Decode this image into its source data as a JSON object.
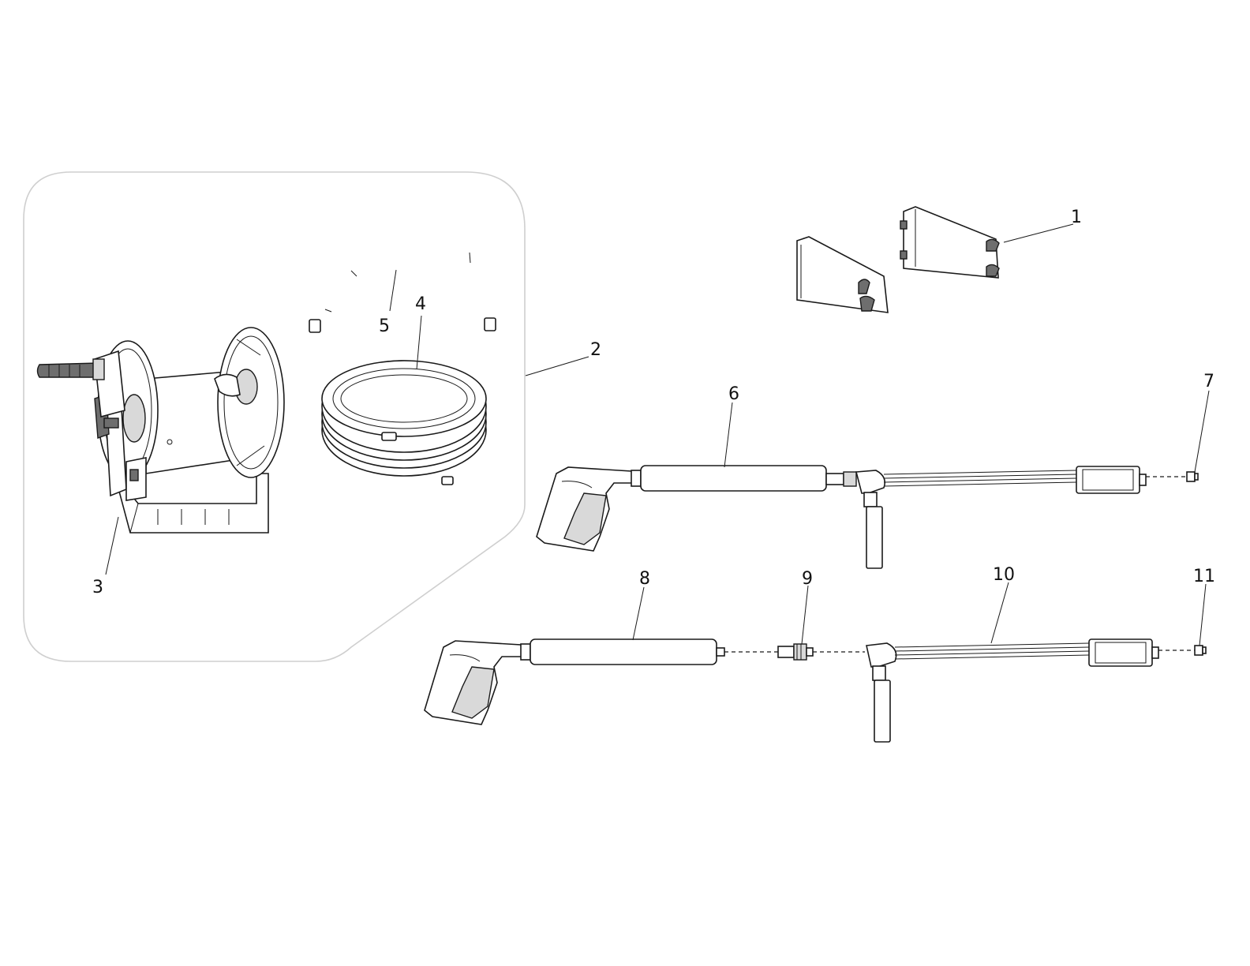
{
  "diagram": {
    "callouts": {
      "c1": "1",
      "c2": "2",
      "c3": "3",
      "c4": "4",
      "c5": "5",
      "c6": "6",
      "c7": "7",
      "c8": "8",
      "c9": "9",
      "c10": "10",
      "c11": "11"
    }
  }
}
